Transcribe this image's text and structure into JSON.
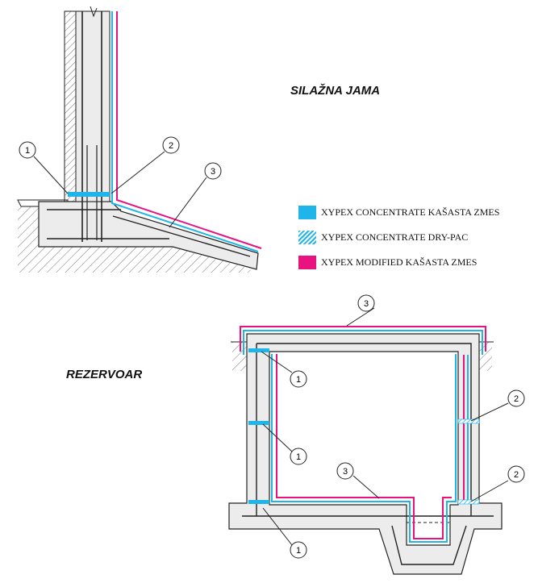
{
  "titles": {
    "top": "SILAŽNA JAMA",
    "bottom": "REZERVOAR"
  },
  "legend": [
    {
      "label": "XYPEX CONCENTRATE KAŠASTA ZMES",
      "color": "#1fb4ea",
      "pattern": "solid"
    },
    {
      "label": "XYPEX CONCENTRATE DRY-PAC",
      "color": "#1fb4ea",
      "pattern": "hatched"
    },
    {
      "label": "XYPEX MODIFIED KAŠASTA ZMES",
      "color": "#e8137f",
      "pattern": "solid"
    }
  ],
  "callouts": {
    "top": [
      "1",
      "2",
      "3"
    ],
    "bottom": [
      "3",
      "1",
      "2",
      "1",
      "3",
      "2",
      "1"
    ]
  },
  "colors": {
    "concentrate": "#1fb4ea",
    "modified": "#e8137f",
    "concrete": "#e8e8e8",
    "line": "#222222"
  }
}
